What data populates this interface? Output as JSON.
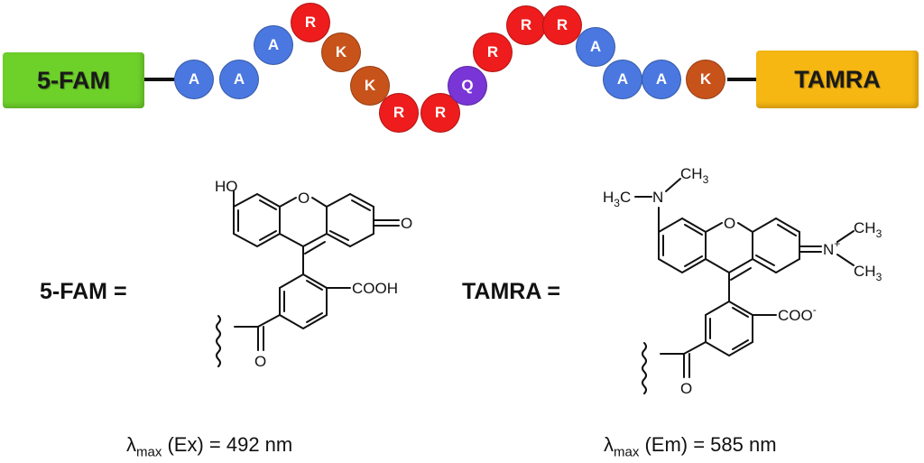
{
  "left_tag": {
    "label": "5-FAM",
    "color": "#6ed12a"
  },
  "right_tag": {
    "label": "TAMRA",
    "color": "#f7b713"
  },
  "residue_colors": {
    "A": "#4a78e0",
    "R": "#ee1c1c",
    "K": "#c8531a",
    "Q": "#7a35d6"
  },
  "peptide": [
    "A",
    "A",
    "A",
    "R",
    "K",
    "K",
    "R",
    "R",
    "Q",
    "R",
    "R",
    "R",
    "A",
    "A",
    "A",
    "K"
  ],
  "fam_eq": "5-FAM =",
  "tamra_eq": "TAMRA =",
  "fam_structure": {
    "ho": "HO",
    "o_ring": "O",
    "o_ketone": "O",
    "cooh": "COOH",
    "o_amide": "O"
  },
  "tamra_structure": {
    "n_left": "N",
    "ch3_top": "CH",
    "ch3_top_sub": "3",
    "h3c": "H",
    "h3c_sub": "3",
    "h3c_c": "C",
    "o_ring": "O",
    "n_right": "N",
    "n_plus": "+",
    "ch3_r1": "CH",
    "ch3_r1_sub": "3",
    "ch3_r2": "CH",
    "ch3_r2_sub": "3",
    "coo": "COO",
    "coo_minus": "-",
    "o_amide": "O"
  },
  "fam_lambda": {
    "symbol": "λ",
    "sub": "max",
    "text": " (Ex) = 492 nm"
  },
  "tamra_lambda": {
    "symbol": "λ",
    "sub": "max",
    "text": " (Em) = 585 nm"
  }
}
